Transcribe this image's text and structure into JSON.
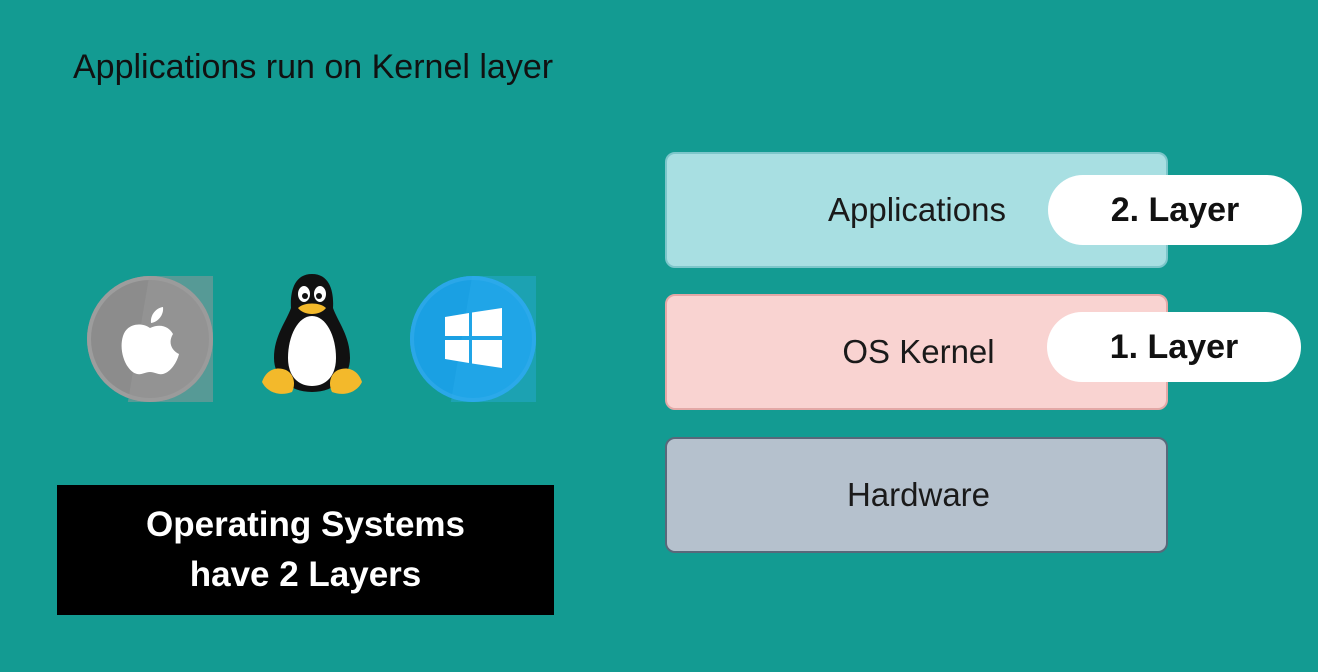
{
  "title": "Applications run on Kernel layer",
  "os_icons": [
    {
      "name": "apple-icon"
    },
    {
      "name": "linux-tux-icon"
    },
    {
      "name": "windows-icon"
    }
  ],
  "caption": {
    "line1": "Operating Systems",
    "line2": "have 2 Layers"
  },
  "layers": {
    "applications": "Applications",
    "kernel": "OS Kernel",
    "hardware": "Hardware"
  },
  "badges": {
    "layer2": "2. Layer",
    "layer1": "1. Layer"
  },
  "colors": {
    "background": "#139b92",
    "applications": "#a8dfe2",
    "kernel": "#f9d3d1",
    "hardware": "#b5c1cd",
    "caption_bg": "#000000"
  }
}
